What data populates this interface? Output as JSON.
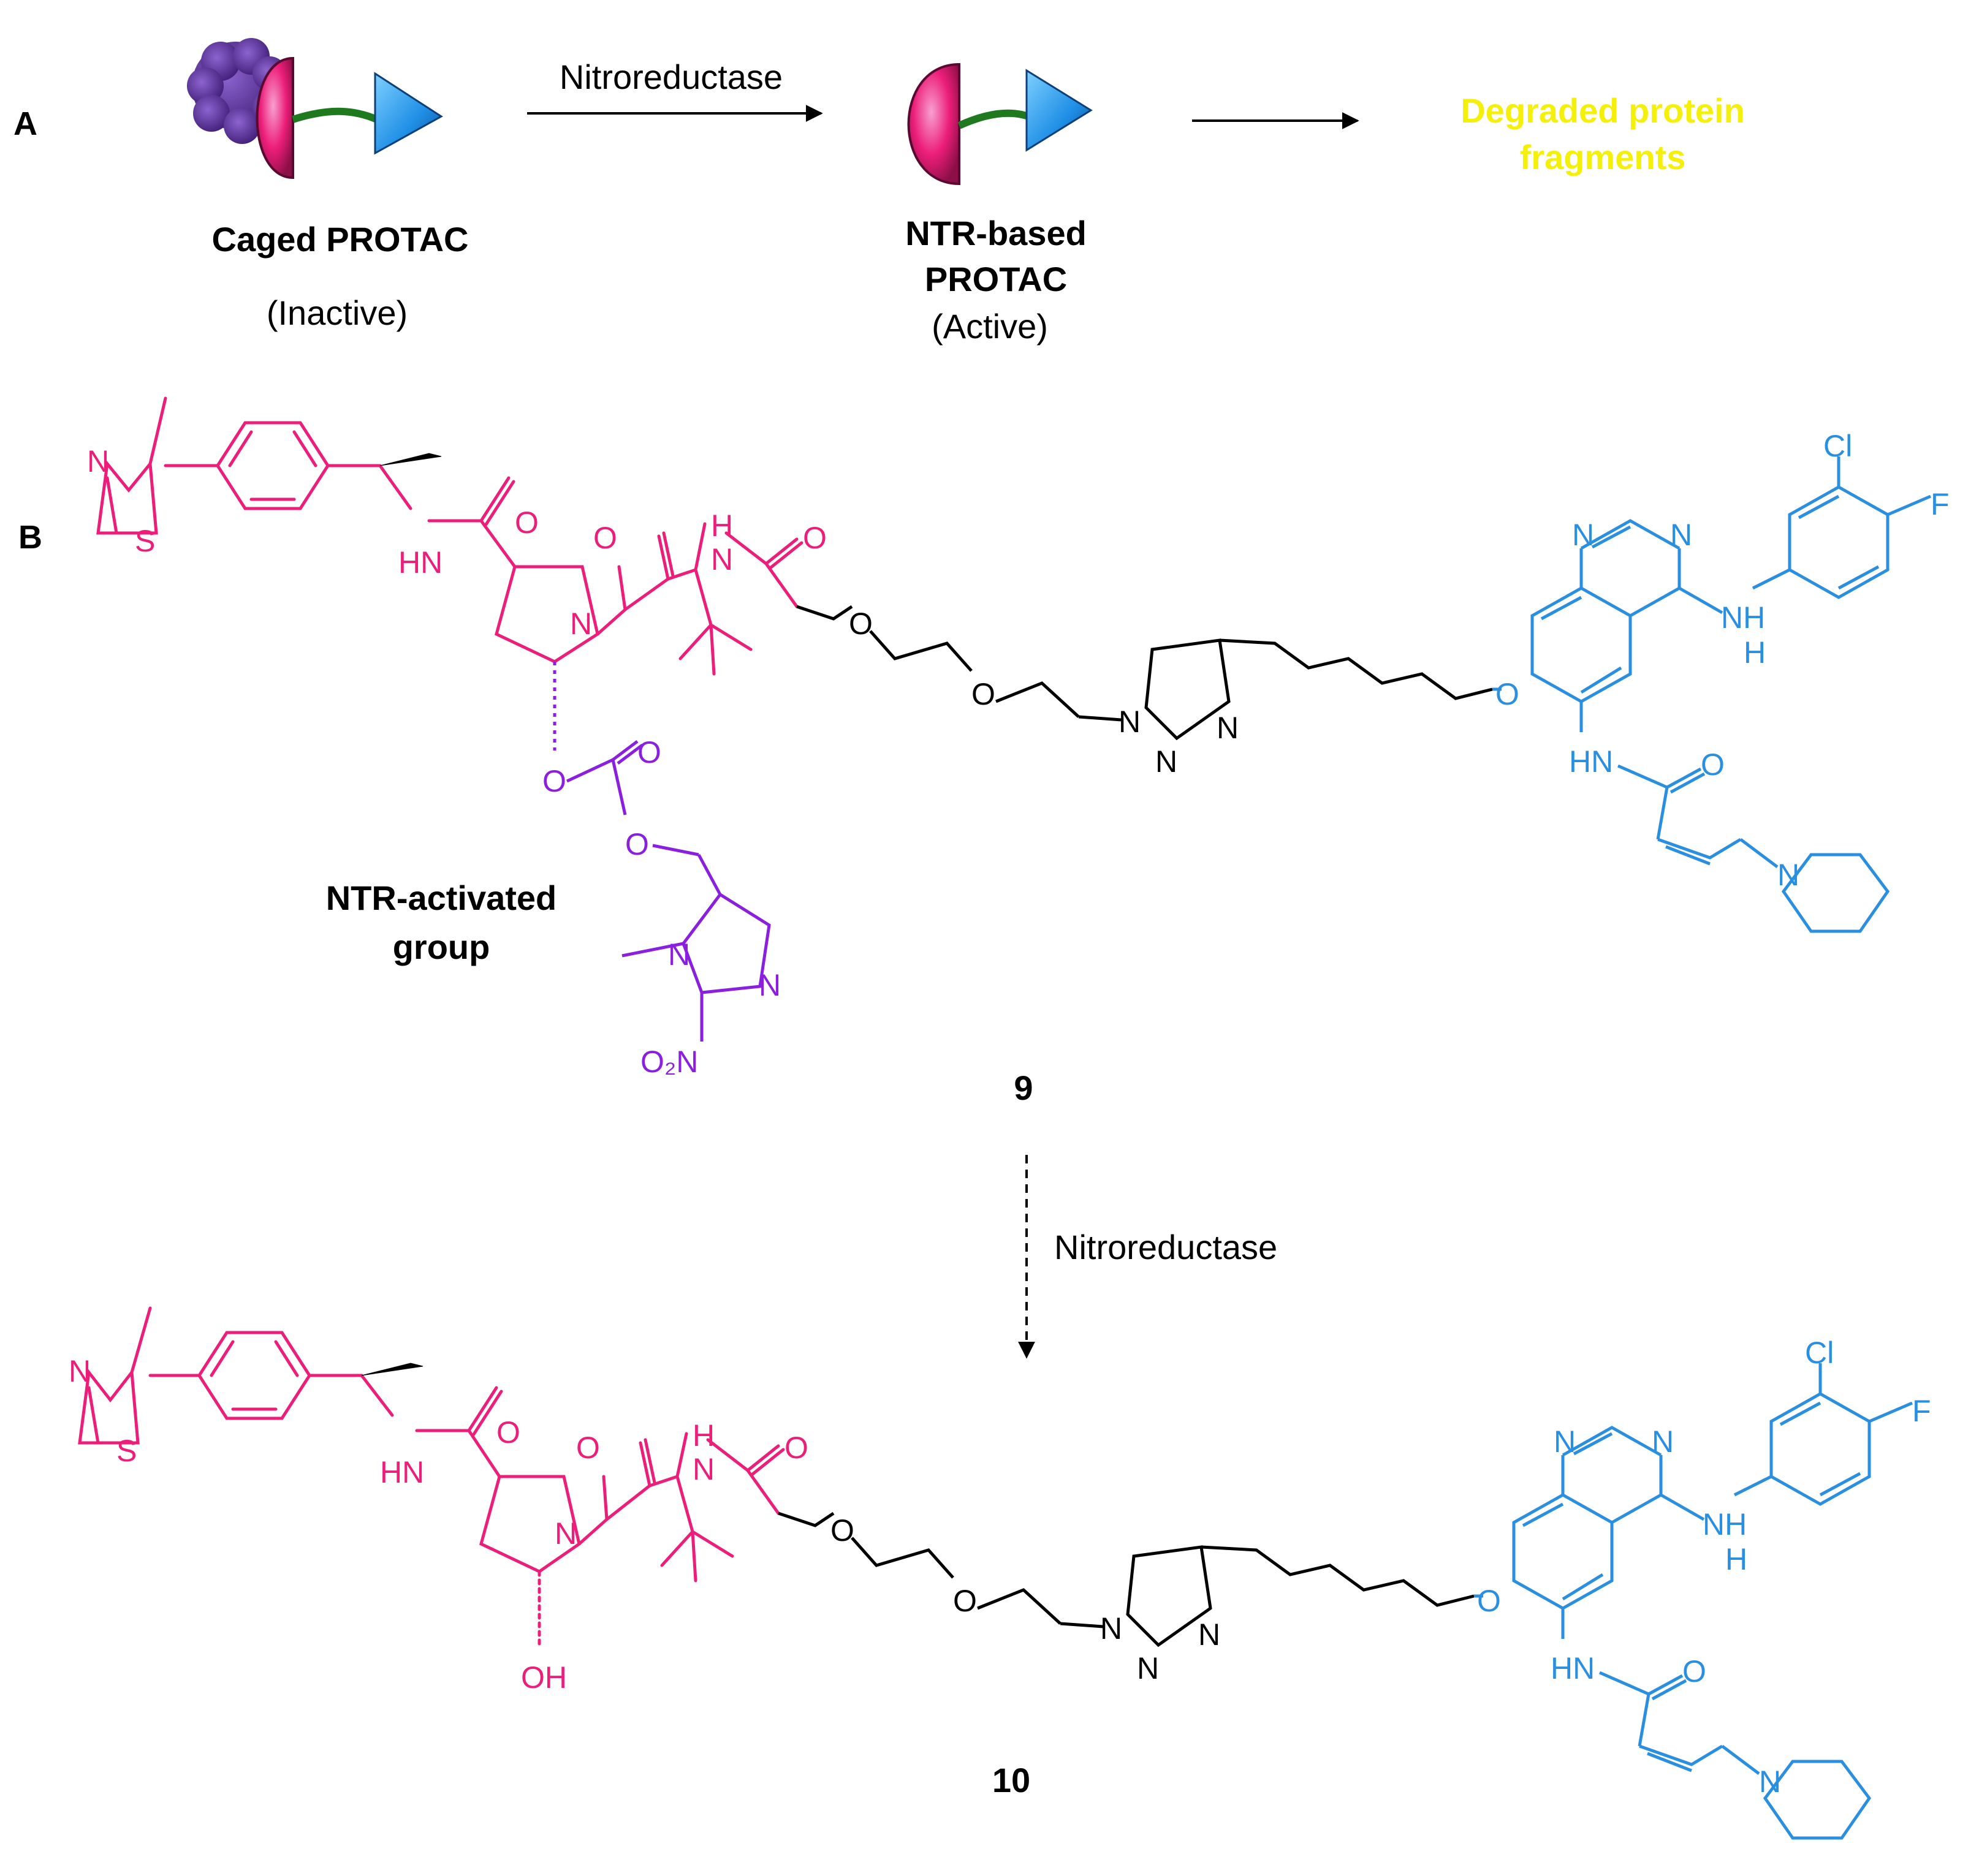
{
  "colors": {
    "vhl": "#ec1e79",
    "egfr": "#2a8fe0",
    "cage": "#8a1fe0",
    "linker": "#000000",
    "degraded": "#f5f00a",
    "green_linker": "#1f7a1f",
    "blob": "#5b2a9e"
  },
  "panel_a": {
    "label": "A",
    "step1_arrow_label": "Nitroreductase",
    "caged_title": "Caged PROTAC",
    "caged_state": "(Inactive)",
    "active_title_line1": "NTR-based",
    "active_title_line2": "PROTAC",
    "active_state": "(Active)",
    "result_line1": "Degraded protein",
    "result_line2": "fragments",
    "icons": [
      "cage-blob-icon",
      "half-moon-ligand-icon",
      "triangle-ligand-icon"
    ]
  },
  "panel_b": {
    "label": "B",
    "compound_9": "9",
    "compound_10": "10",
    "cage_label_line1": "NTR-activated",
    "cage_label_line2": "group",
    "arrow_label": "Nitroreductase",
    "atoms": {
      "N": "N",
      "S": "S",
      "O": "O",
      "HN": "HN",
      "H": "H",
      "NH": "NH",
      "Cl": "Cl",
      "F": "F",
      "OH": "OH",
      "O2N": "O₂N"
    }
  }
}
